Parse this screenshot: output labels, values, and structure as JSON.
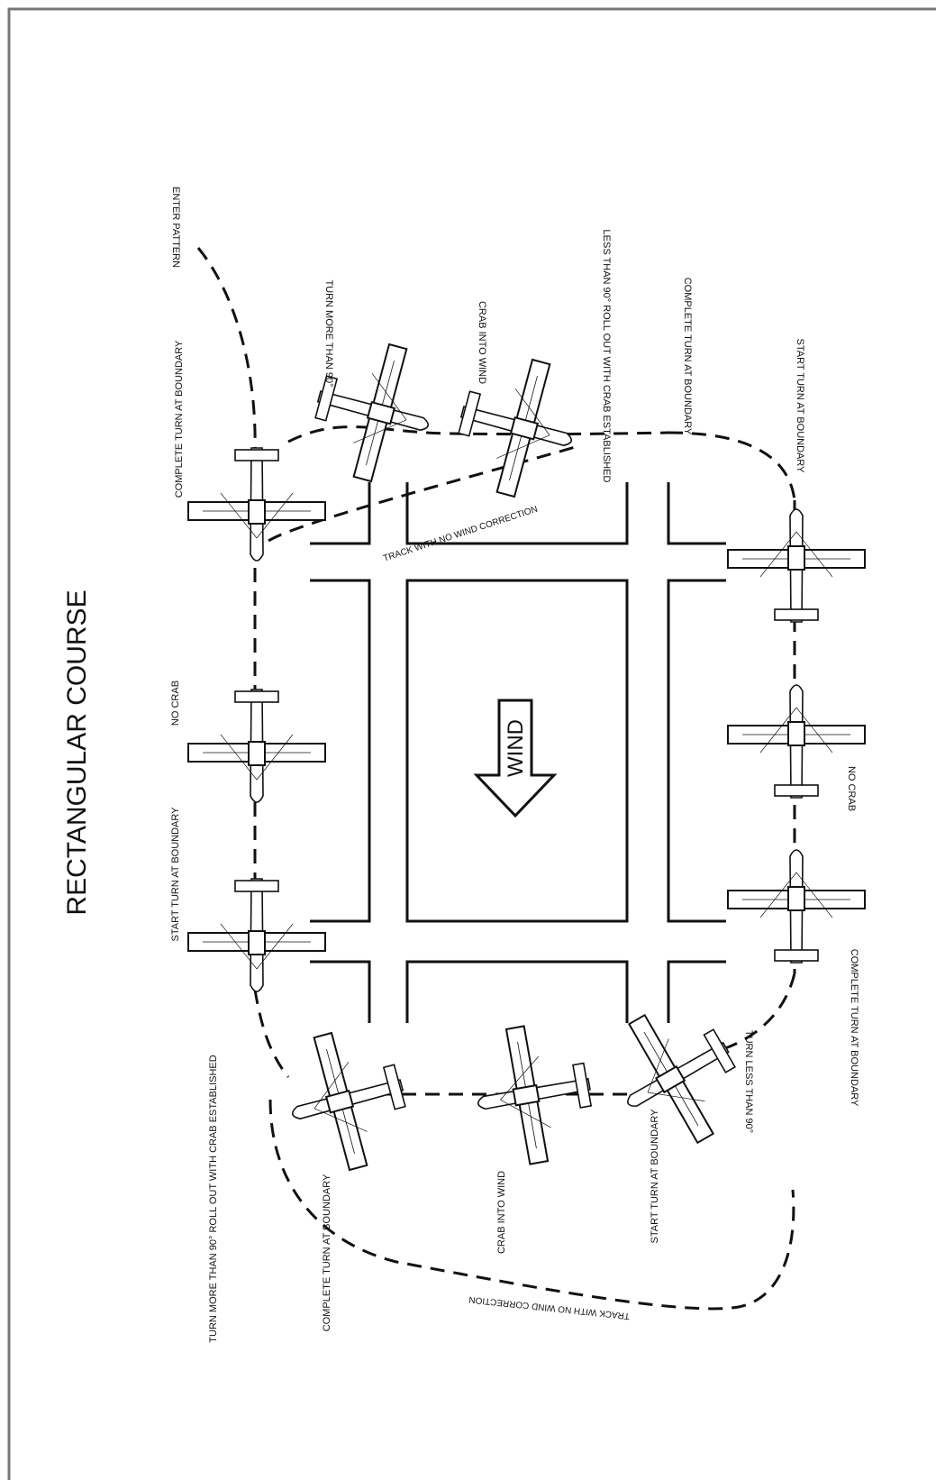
{
  "title": "RECTANGULAR COURSE",
  "wind_label": "WIND",
  "labels": {
    "enter_pattern": "ENTER PATTERN",
    "turn_more_than_90_top": "TURN MORE THAN 90°",
    "crab_into_wind_top": "CRAB INTO WIND",
    "less_than_90_roll_out": "LESS THAN 90° ROLL OUT WITH CRAB ESTABLISHED",
    "complete_turn_top_right": "COMPLETE TURN AT BOUNDARY",
    "start_turn_top_right": "START TURN AT BOUNDARY",
    "complete_turn_top_left": "COMPLETE TURN AT BOUNDARY",
    "no_crab_left": "NO CRAB",
    "start_turn_left": "START TURN AT BOUNDARY",
    "no_crab_right": "NO CRAB",
    "complete_turn_bottom_right": "COMPLETE TURN AT BOUNDARY",
    "turn_less_than_90_bottom": "TURN LESS THAN 90°",
    "start_turn_bottom": "START TURN AT BOUNDARY",
    "crab_into_wind_bottom": "CRAB INTO WIND",
    "complete_turn_bottom_left": "COMPLETE TURN AT BOUNDARY",
    "turn_more_than_90_roll_out": "TURN MORE THAN 90° ROLL OUT WITH CRAB ESTABLISHED",
    "track_no_wind_top": "TRACK WITH NO WIND CORRECTION",
    "track_no_wind_bottom": "TRACK WITH NO WIND CORRECTION"
  },
  "colors": {
    "line": "#111111",
    "border": "#777777",
    "fill": "#ffffff"
  }
}
